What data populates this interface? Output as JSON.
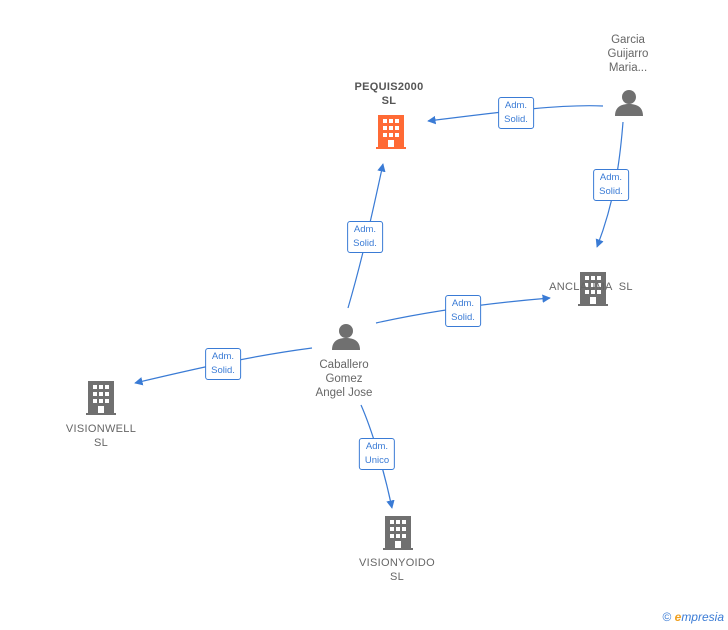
{
  "colors": {
    "edge": "#3a7bd5",
    "company": "#707070",
    "company_highlight": "#ff6a35",
    "person": "#707070"
  },
  "nodes": {
    "pequis2000": {
      "label_lines": [
        "PEQUIS2000",
        "SL"
      ],
      "type": "company",
      "icon": "building-icon",
      "highlight": true
    },
    "garcia": {
      "label_lines": [
        "Garcia",
        "Guijarro",
        "Maria..."
      ],
      "type": "person",
      "icon": "person-icon"
    },
    "anclauma": {
      "label_lines": [
        "ANCLAUMA  SL"
      ],
      "type": "company",
      "icon": "building-icon"
    },
    "caballero": {
      "label_lines": [
        "Caballero",
        "Gomez",
        "Angel Jose"
      ],
      "type": "person",
      "icon": "person-icon"
    },
    "visionwell": {
      "label_lines": [
        "VISIONWELL",
        "SL"
      ],
      "type": "company",
      "icon": "building-icon"
    },
    "visionyoido": {
      "label_lines": [
        "VISIONYOIDO",
        "SL"
      ],
      "type": "company",
      "icon": "building-icon"
    }
  },
  "edges": [
    {
      "from": "garcia",
      "to": "pequis2000",
      "label_lines": [
        "Adm.",
        "Solid."
      ]
    },
    {
      "from": "garcia",
      "to": "anclauma",
      "label_lines": [
        "Adm.",
        "Solid."
      ]
    },
    {
      "from": "caballero",
      "to": "pequis2000",
      "label_lines": [
        "Adm.",
        "Solid."
      ]
    },
    {
      "from": "caballero",
      "to": "anclauma",
      "label_lines": [
        "Adm.",
        "Solid."
      ]
    },
    {
      "from": "caballero",
      "to": "visionwell",
      "label_lines": [
        "Adm.",
        "Solid."
      ]
    },
    {
      "from": "caballero",
      "to": "visionyoido",
      "label_lines": [
        "Adm.",
        "Unico"
      ]
    }
  ],
  "footer": {
    "copyright_symbol": "©",
    "brand_first": "e",
    "brand_rest": "mpresia"
  }
}
